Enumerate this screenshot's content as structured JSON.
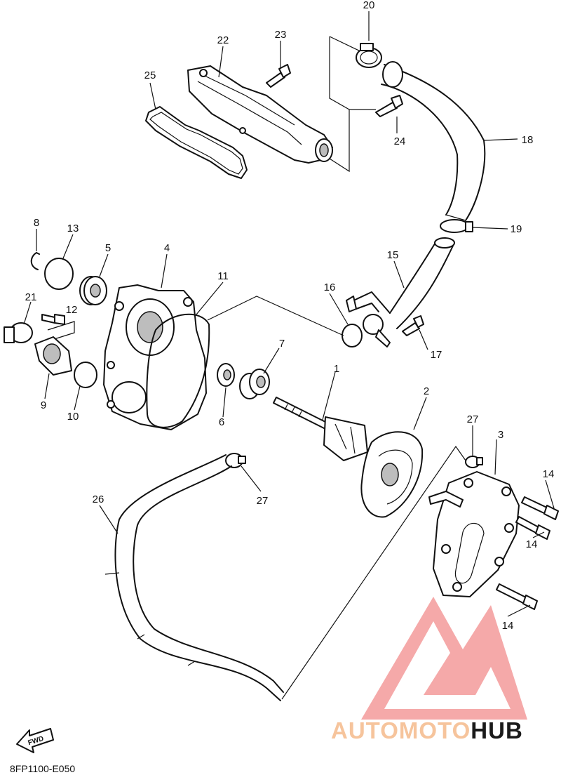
{
  "diagram": {
    "callouts": [
      {
        "id": "p1",
        "text": "1"
      },
      {
        "id": "p2",
        "text": "2"
      },
      {
        "id": "p3",
        "text": "3"
      },
      {
        "id": "p4",
        "text": "4"
      },
      {
        "id": "p5",
        "text": "5"
      },
      {
        "id": "p6",
        "text": "6"
      },
      {
        "id": "p7",
        "text": "7"
      },
      {
        "id": "p8",
        "text": "8"
      },
      {
        "id": "p9",
        "text": "9"
      },
      {
        "id": "p10",
        "text": "10"
      },
      {
        "id": "p11",
        "text": "11"
      },
      {
        "id": "p12",
        "text": "12"
      },
      {
        "id": "p13",
        "text": "13"
      },
      {
        "id": "p14a",
        "text": "14"
      },
      {
        "id": "p14b",
        "text": "14"
      },
      {
        "id": "p14c",
        "text": "14"
      },
      {
        "id": "p15",
        "text": "15"
      },
      {
        "id": "p16",
        "text": "16"
      },
      {
        "id": "p17",
        "text": "17"
      },
      {
        "id": "p18",
        "text": "18"
      },
      {
        "id": "p19",
        "text": "19"
      },
      {
        "id": "p20",
        "text": "20"
      },
      {
        "id": "p21",
        "text": "21"
      },
      {
        "id": "p22",
        "text": "22"
      },
      {
        "id": "p23",
        "text": "23"
      },
      {
        "id": "p24",
        "text": "24"
      },
      {
        "id": "p25",
        "text": "25"
      },
      {
        "id": "p26",
        "text": "26"
      },
      {
        "id": "p27a",
        "text": "27"
      },
      {
        "id": "p27b",
        "text": "27"
      }
    ],
    "fwd_label": "FWD",
    "drawing_code": "8FP1100-E050"
  },
  "watermark": {
    "brand_part1": "AUTOMOTO",
    "brand_part2": "HUB",
    "color_primary": "#f4a0a0",
    "color_secondary": "#f6c49c",
    "color_dark": "#1a1a1a"
  }
}
